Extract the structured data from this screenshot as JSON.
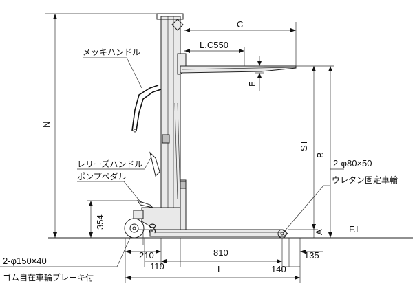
{
  "labels": {
    "dim_C": "C",
    "dim_LC": "L.C550",
    "dim_E": "E",
    "dim_N": "N",
    "dim_ST": "ST",
    "dim_B": "B",
    "dim_A": "A",
    "dim_354": "354",
    "dim_30": "30",
    "dim_210": "210",
    "dim_810": "810",
    "dim_110": "110",
    "dim_L": "L",
    "dim_140": "140",
    "dim_135": "135",
    "floor_line": "F.L",
    "plated_handle": "メッキハンドル",
    "release_handle": "レリーズハンドル",
    "pump_pedal": "ポンプペダル",
    "rear_wheels": "2-φ80×50",
    "rear_wheels_desc": "ウレタン固定車輪",
    "front_wheels": "2-φ150×40",
    "front_wheels_desc": "ゴム自在車輪ブレーキ付"
  }
}
